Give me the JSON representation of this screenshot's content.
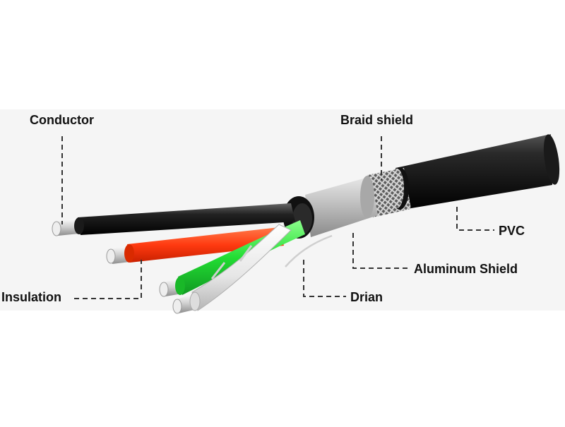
{
  "labels": {
    "conductor": "Conductor",
    "braid_shield": "Braid shield",
    "pvc": "PVC",
    "aluminum_shield": "Aluminum Shield",
    "drain": "Drian",
    "insulation": "Insulation"
  },
  "colors": {
    "jacket": "#1b1b1b",
    "foil": "#bfbfbf",
    "red_wire": "#ff3a10",
    "green_wire": "#22dd33",
    "white_wire": "#f4f4f4",
    "conductor": "#d8d8d8",
    "leader": "#333333"
  }
}
